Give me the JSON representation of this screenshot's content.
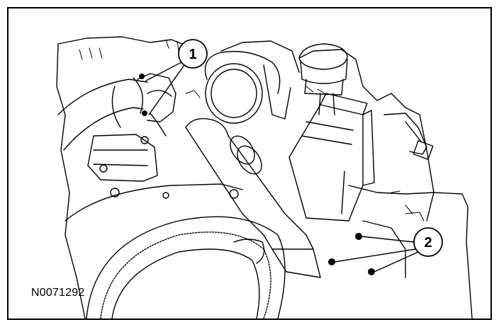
{
  "figure": {
    "id": "N0071292",
    "callouts": [
      {
        "label": "1"
      },
      {
        "label": "2"
      }
    ]
  },
  "colors": {
    "line": "#000000",
    "background": "#ffffff"
  }
}
